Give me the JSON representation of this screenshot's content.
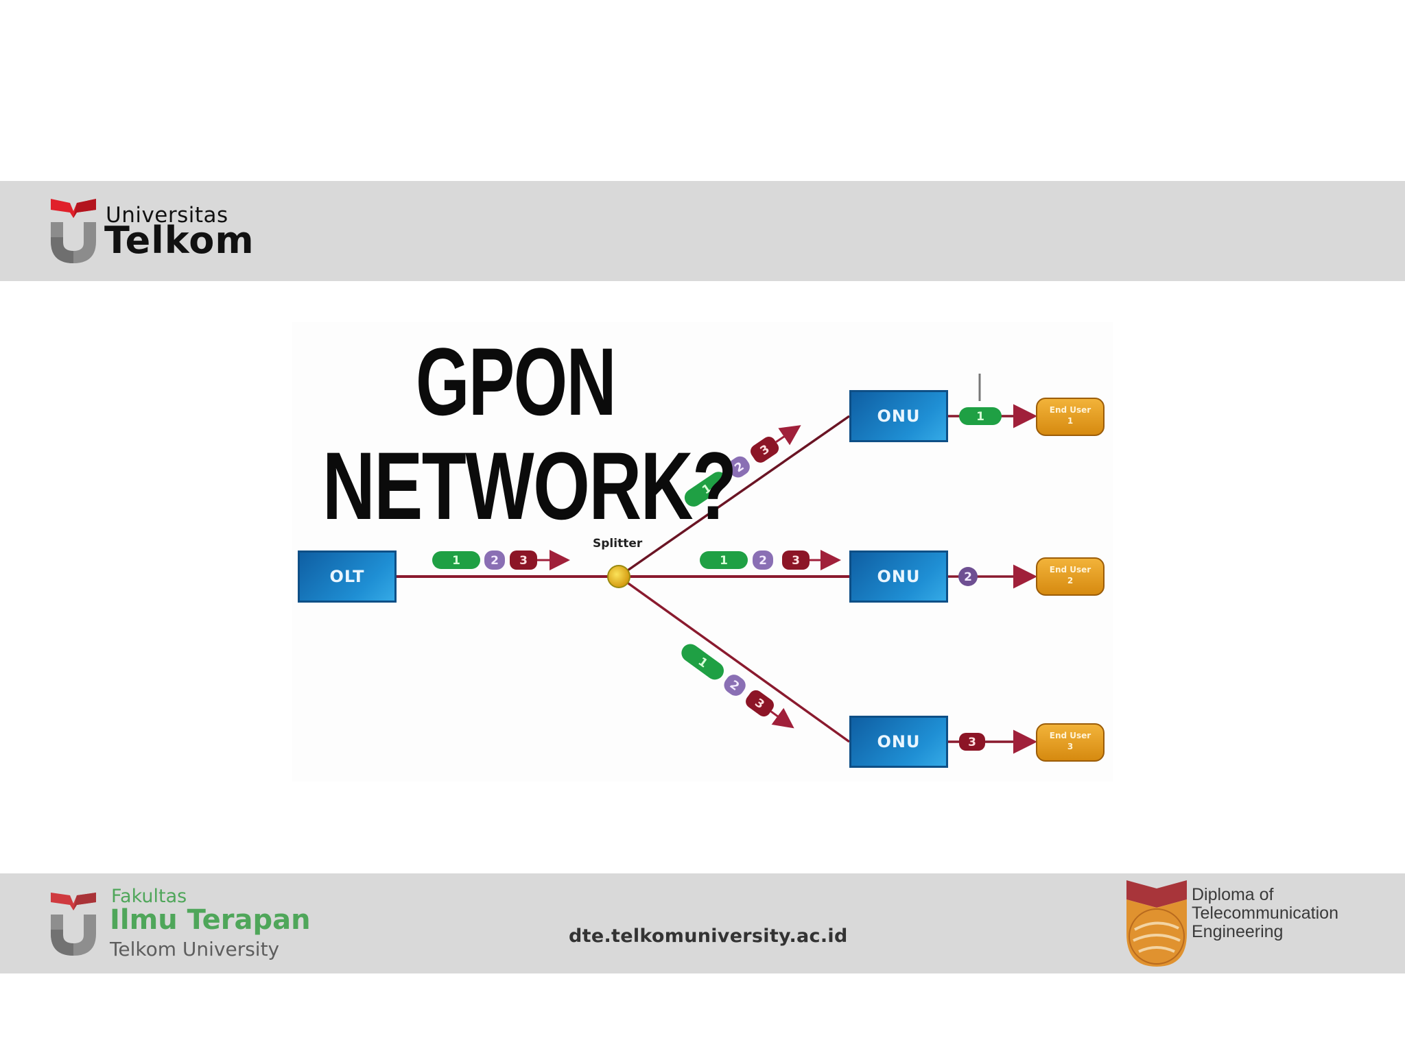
{
  "header": {
    "logo": {
      "line1": "Universitas",
      "line2": "Telkom",
      "colors": {
        "book": "#e0202a",
        "u_mark": "#7a7a7a",
        "text": "#111111"
      }
    },
    "band_color": "#d9d9d9"
  },
  "slide": {
    "diagram": {
      "title_line1": "GPON",
      "title_line2": "NETWORK?",
      "olt_label": "OLT",
      "splitter_label": "Splitter",
      "onus": [
        {
          "label": "ONU",
          "packet": "1",
          "end_user_line1": "End User",
          "end_user_line2": "1"
        },
        {
          "label": "ONU",
          "packet": "2",
          "end_user_line1": "End User",
          "end_user_line2": "2"
        },
        {
          "label": "ONU",
          "packet": "3",
          "end_user_line1": "End User",
          "end_user_line2": "3"
        }
      ],
      "packets": [
        {
          "id": "1",
          "color": "#1fa044"
        },
        {
          "id": "2",
          "color": "#8a6fb4"
        },
        {
          "id": "3",
          "color": "#8c1526"
        }
      ],
      "colors": {
        "fiber": "#8a1a2e",
        "box": "#1a7cc1",
        "end_user": "#e09b1c",
        "splitter": "#e8c21a"
      }
    }
  },
  "footer": {
    "left_logo": {
      "line1": "Fakultas",
      "line2": "Ilmu Terapan",
      "line3": "Telkom University",
      "colors": {
        "green": "#4fa65a",
        "gray": "#5d5d5d",
        "book": "#cf3a3f"
      }
    },
    "url": "dte.telkomuniversity.ac.id",
    "right_logo": {
      "line1": "Diploma of",
      "line2": "Telecommunication",
      "line3": "Engineering",
      "colors": {
        "shield": "#e0922f",
        "top": "#a8353a"
      }
    },
    "band_color": "#d9d9d9"
  }
}
